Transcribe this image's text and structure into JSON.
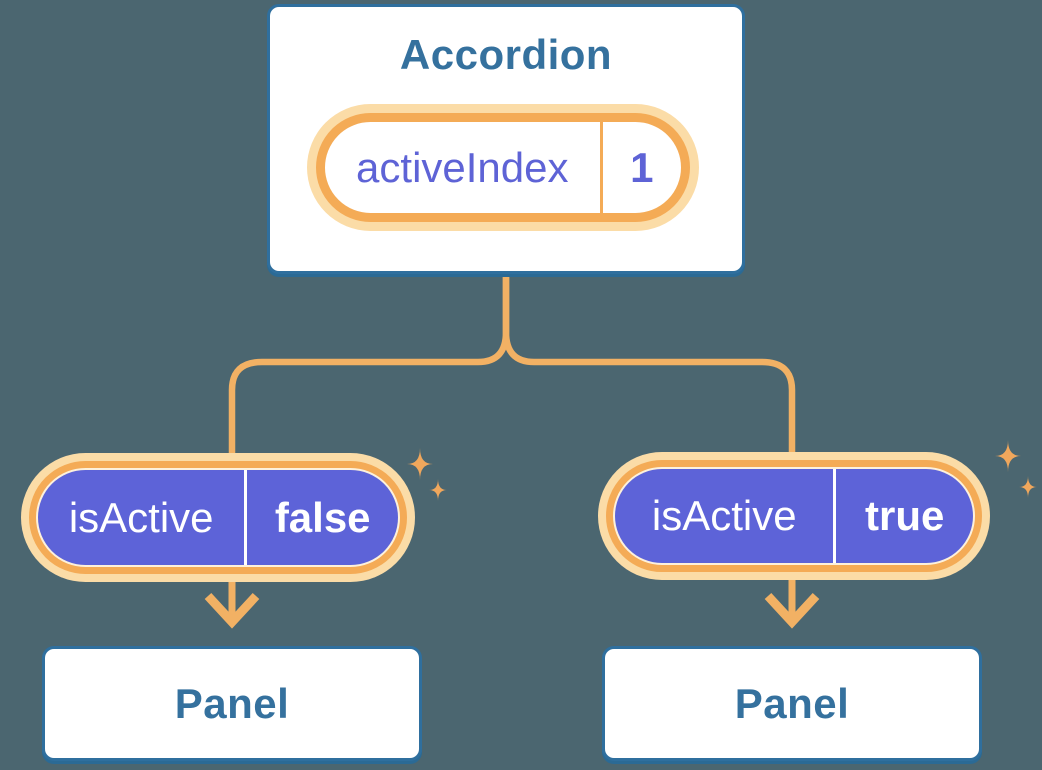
{
  "colors": {
    "background": "#4B6670",
    "card_fill": "#FFFFFF",
    "card_border_blue": "#2F6F9E",
    "heading_blue": "#35719E",
    "orange_ring": "#F4AB56",
    "orange_glow": "#FBDCA7",
    "orange_line": "#F2B164",
    "sparkle_orange": "#F0A75C",
    "pill_purple": "#5D63D8",
    "purple_text": "#5E63D6",
    "pill_white_text": "#FFFFFF"
  },
  "icons": {
    "sparkle": "✦",
    "arrow_down": "↓"
  },
  "diagram": {
    "parent": {
      "title": "Accordion",
      "state_name": "activeIndex",
      "state_value": "1"
    },
    "children": [
      {
        "prop_name": "isActive",
        "prop_value": "false",
        "child_title": "Panel"
      },
      {
        "prop_name": "isActive",
        "prop_value": "true",
        "child_title": "Panel"
      }
    ]
  }
}
